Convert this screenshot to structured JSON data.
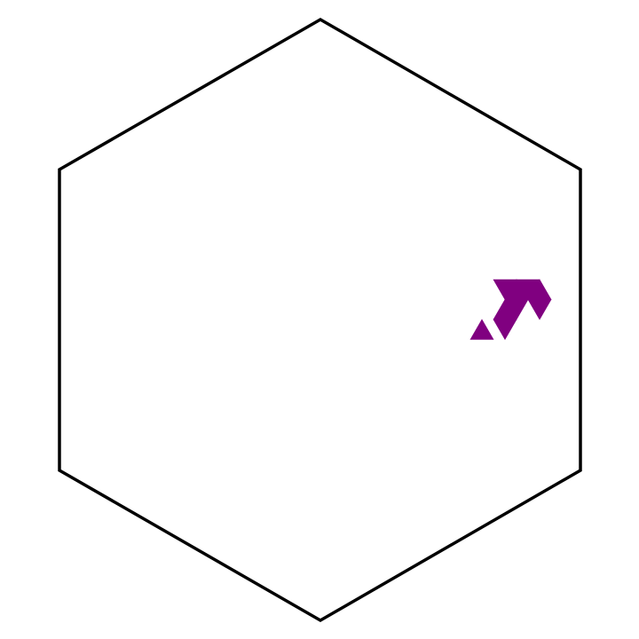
{
  "board": {
    "shape": "hexagon",
    "background_color": "#ffffff",
    "outline_color": "#000000",
    "fill_color": "#800080",
    "filled_cells": [
      {
        "col": 16,
        "row": -2,
        "up": false
      },
      {
        "col": 17,
        "row": -2,
        "up": true
      },
      {
        "col": 18,
        "row": -2,
        "up": false
      },
      {
        "col": 19,
        "row": -2,
        "up": true
      },
      {
        "col": 16,
        "row": -1,
        "up": true
      },
      {
        "col": 17,
        "row": -1,
        "up": false
      },
      {
        "col": 19,
        "row": -1,
        "up": false
      },
      {
        "col": 14,
        "row": 0,
        "up": true
      },
      {
        "col": 16,
        "row": 0,
        "up": false
      }
    ]
  }
}
